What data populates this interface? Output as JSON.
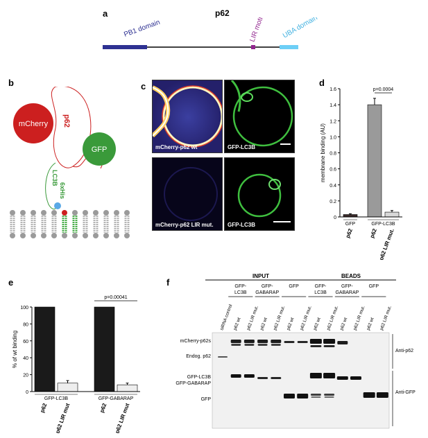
{
  "panels": {
    "a": "a",
    "b": "b",
    "c": "c",
    "d": "d",
    "e": "e",
    "f": "f"
  },
  "panel_a": {
    "title": "p62",
    "domains": [
      {
        "label": "PB1 domain",
        "color": "#2e3192"
      },
      {
        "label": "LIR motif",
        "color": "#92278f"
      },
      {
        "label": "UBA domain",
        "color": "#6dcff6"
      }
    ]
  },
  "panel_b": {
    "labels": {
      "mcherry": "mCherry",
      "p62": "p62",
      "gfp": "GFP",
      "lc3b": "LC3B",
      "his": "6xHis"
    },
    "colors": {
      "mcherry": "#cc1f1f",
      "gfp": "#3a9a3a",
      "lipid": "#9a9a9a"
    }
  },
  "panel_c": {
    "images": [
      {
        "label": "mCherry-p62 wt"
      },
      {
        "label": "GFP-LC3B"
      },
      {
        "label": "mCherry-p62 LIR mut."
      },
      {
        "label": "GFP-LC3B"
      }
    ]
  },
  "chart_data": [
    {
      "type": "bar",
      "panel": "d",
      "ylabel": "membrane binding (AU)",
      "ylim": [
        0,
        1.6
      ],
      "yticks": [
        "0",
        "0.2",
        "0.4",
        "0.6",
        "0.8",
        "1.0",
        "1.2",
        "1.4",
        "1.6"
      ],
      "categories": [
        "p62",
        "p62",
        "p62 LIR mut."
      ],
      "groups": [
        {
          "label": "GFP",
          "span": [
            0,
            0
          ]
        },
        {
          "label": "GFP-LC3B",
          "span": [
            1,
            2
          ]
        }
      ],
      "values": [
        0.03,
        1.4,
        0.06
      ],
      "errors": [
        0.01,
        0.08,
        0.02
      ],
      "colors": [
        "#3a2a2a",
        "#9a9a9a",
        "#d8d8d8"
      ],
      "annotation": "p=0.0004"
    },
    {
      "type": "bar",
      "panel": "e",
      "ylabel": "% of wt binding",
      "ylim": [
        0,
        100
      ],
      "yticks": [
        "0",
        "20",
        "40",
        "60",
        "80",
        "100"
      ],
      "categories": [
        "p62",
        "p62 LIR mut",
        "p62",
        "p62 LIR mut"
      ],
      "groups": [
        {
          "label": "GFP-LC3B",
          "span": [
            0,
            1
          ]
        },
        {
          "label": "GFP-GABARAP",
          "span": [
            2,
            3
          ]
        }
      ],
      "values": [
        100,
        10,
        100,
        8
      ],
      "errors": [
        0,
        3,
        0,
        2
      ],
      "colors": [
        "#1a1a1a",
        "#eeeeee",
        "#1a1a1a",
        "#eeeeee"
      ],
      "annotation": "p=0.00041"
    }
  ],
  "panel_f": {
    "headers": {
      "input": "INPUT",
      "beads": "BEADS"
    },
    "groups": [
      "GFP-\nLC3B",
      "GFP-\nGABARAP",
      "GFP",
      "GFP-\nLC3B",
      "GFP-\nGABARAP",
      "GFP"
    ],
    "lanes": [
      "siRNA control",
      "p62 wt",
      "p62 LIR mut.",
      "p62 wt",
      "p62 LIR mut.",
      "p62 wt",
      "p62 LIR mut.",
      "p62 wt",
      "p62 LIR mut.",
      "p62 wt",
      "p62 LIR mut.",
      "p62 wt",
      "p62 LIR mut."
    ],
    "row_labels": [
      "mCherry-p62s",
      "Endog. p62",
      "GFP-LC3B\nGFP-GABARAP",
      "GFP"
    ],
    "antibodies": [
      "Anti-p62",
      "Anti-GFP"
    ]
  }
}
